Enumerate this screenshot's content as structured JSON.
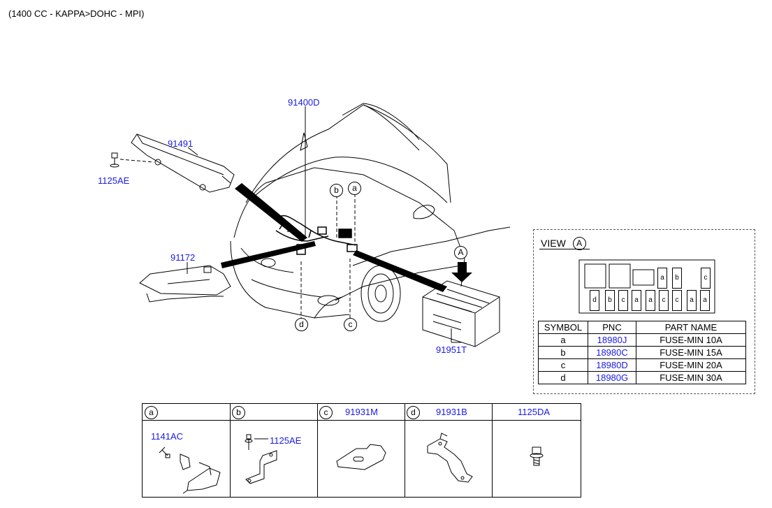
{
  "header": {
    "engine": "(1400 CC - KAPPA>DOHC - MPI)"
  },
  "callouts": {
    "harness": "91400D",
    "injector_harness": "91491",
    "bolt": "1125AE",
    "battery_harness": "91172",
    "junction_box": "91951T",
    "b": "b",
    "a": "a",
    "d": "d",
    "c": "c",
    "view_marker": "A"
  },
  "view": {
    "label": "VIEW",
    "marker": "A",
    "fuse_slots_top": [
      "a",
      "b",
      "c"
    ],
    "fuse_slots_bottom": [
      "d",
      "b",
      "c",
      "a",
      "a",
      "c",
      "c",
      "a",
      "a"
    ]
  },
  "fuse_table": {
    "headers": [
      "SYMBOL",
      "PNC",
      "PART NAME"
    ],
    "rows": [
      {
        "symbol": "a",
        "pnc": "18980J",
        "name": "FUSE-MIN 10A"
      },
      {
        "symbol": "b",
        "pnc": "18980C",
        "name": "FUSE-MIN 15A"
      },
      {
        "symbol": "c",
        "pnc": "18980D",
        "name": "FUSE-MIN 20A"
      },
      {
        "symbol": "d",
        "pnc": "18980G",
        "name": "FUSE-MIN 30A"
      }
    ]
  },
  "detail_table": {
    "cells": [
      {
        "symbol": "a",
        "pnc": "",
        "part": "1141AC"
      },
      {
        "symbol": "b",
        "pnc": "",
        "part": "1125AE"
      },
      {
        "symbol": "c",
        "pnc": "91931M",
        "part": ""
      },
      {
        "symbol": "d",
        "pnc": "91931B",
        "part": ""
      },
      {
        "symbol": "",
        "pnc": "1125DA",
        "part": ""
      }
    ]
  }
}
